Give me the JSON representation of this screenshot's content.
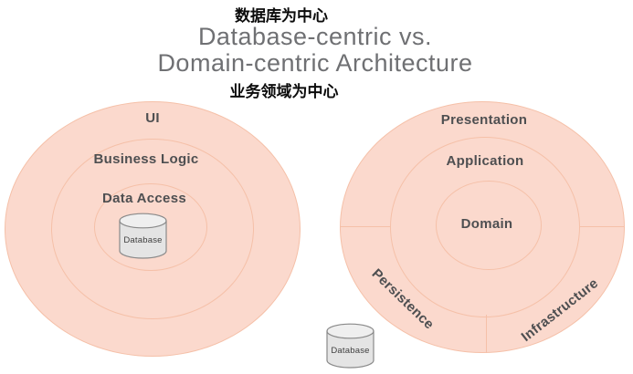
{
  "title": {
    "top_cn": "数据库为中心",
    "main_line1": "Database-centric vs.",
    "main_line2": "Domain-centric Architecture",
    "bottom_cn": "业务领域为中心"
  },
  "left_diagram": {
    "name": "database-centric",
    "rings": [
      "UI",
      "Business Logic",
      "Data Access"
    ],
    "database_label": "Database"
  },
  "right_diagram": {
    "name": "domain-centric",
    "rings": [
      "Presentation",
      "Application",
      "Domain"
    ],
    "segments": [
      "Persistence",
      "Infrastructure"
    ],
    "database_label": "Database"
  },
  "colors": {
    "background": "#ffffff",
    "ring_fill": "#fbd9cd",
    "ring_border": "#f5c0a8",
    "label_text": "#4e4f51",
    "title_text": "#6f7073",
    "cn_text": "#0c0c0c",
    "cylinder_fill": "#e4e4e4",
    "cylinder_top_fill": "#efefef",
    "cylinder_border": "#8a8a8a",
    "cylinder_text": "#3f3f3f"
  }
}
